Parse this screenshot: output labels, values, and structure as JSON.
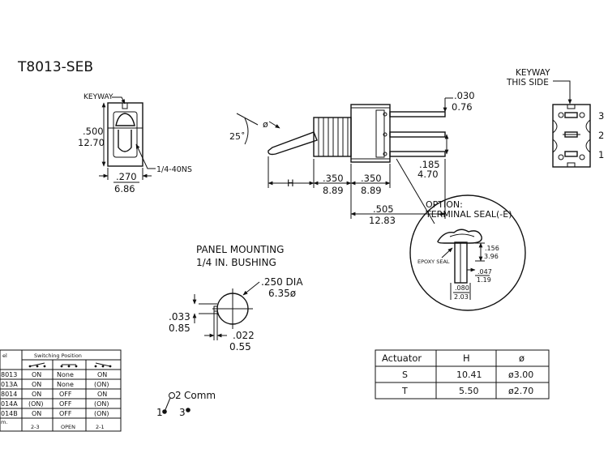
{
  "part_number": "T8013-SEB",
  "front_view": {
    "keyway_label": "KEYWAY",
    "height_in": ".500",
    "height_mm": "12.70",
    "width_in": ".270",
    "width_mm": "6.86",
    "thread": "1/4-40NS"
  },
  "side_view": {
    "angle": "25˚",
    "dia_symbol": "ø",
    "dim_h": "H",
    "bushing_len_in": ".350",
    "bushing_len_mm": "8.89",
    "body_len_in": ".350",
    "body_len_mm": "8.89",
    "term_thk_in": ".030",
    "term_thk_mm": "0.76",
    "term_pitch_in": ".185",
    "term_pitch_mm": "4.70",
    "term_len_in": ".505",
    "term_len_mm": "12.83"
  },
  "option": {
    "title_line1": "OPTION:",
    "title_line2": "TERMINAL SEAL(-E)",
    "epoxy": "EPOXY SEAL",
    "dim_a_in": ".156",
    "dim_a_mm": "3.96",
    "dim_b_in": ".047",
    "dim_b_mm": "1.19",
    "dim_c_in": ".080",
    "dim_c_mm": "2.03"
  },
  "rear_view": {
    "keyway_line1": "KEYWAY",
    "keyway_line2": "THIS SIDE",
    "pin_labels": [
      "3",
      "2",
      "1"
    ]
  },
  "panel_mounting": {
    "line1": "PANEL MOUNTING",
    "line2": "1/4 IN. BUSHING",
    "dia_in": ".250 DIA",
    "dia_mm": "6.35ø",
    "offset_in": ".033",
    "offset_mm": "0.85",
    "key_in": ".022",
    "key_mm": "0.55"
  },
  "switch_table": {
    "model_header": "el",
    "position_header": "Switching Position",
    "rows": [
      {
        "model": "8013",
        "p1": "ON",
        "p2": "None",
        "p3": "ON"
      },
      {
        "model": "013A",
        "p1": "ON",
        "p2": "None",
        "p3": "(ON)"
      },
      {
        "model": "8014",
        "p1": "ON",
        "p2": "OFF",
        "p3": "ON"
      },
      {
        "model": "014A",
        "p1": "(ON)",
        "p2": "OFF",
        "p3": "(ON)"
      },
      {
        "model": "014B",
        "p1": "ON",
        "p2": "OFF",
        "p3": "(ON)"
      }
    ],
    "comm_label": "m.",
    "comm_row": {
      "p1": "2-3",
      "p2": "OPEN",
      "p3": "2-1"
    }
  },
  "terminal_diagram": {
    "t2": "2",
    "comm": "Comm",
    "t1": "1",
    "t3": "3"
  },
  "actuator_table": {
    "headers": [
      "Actuator",
      "H",
      "ø"
    ],
    "rows": [
      {
        "actuator": "S",
        "h": "10.41",
        "dia": "ø3.00"
      },
      {
        "actuator": "T",
        "h": "5.50",
        "dia": "ø2.70"
      }
    ]
  }
}
